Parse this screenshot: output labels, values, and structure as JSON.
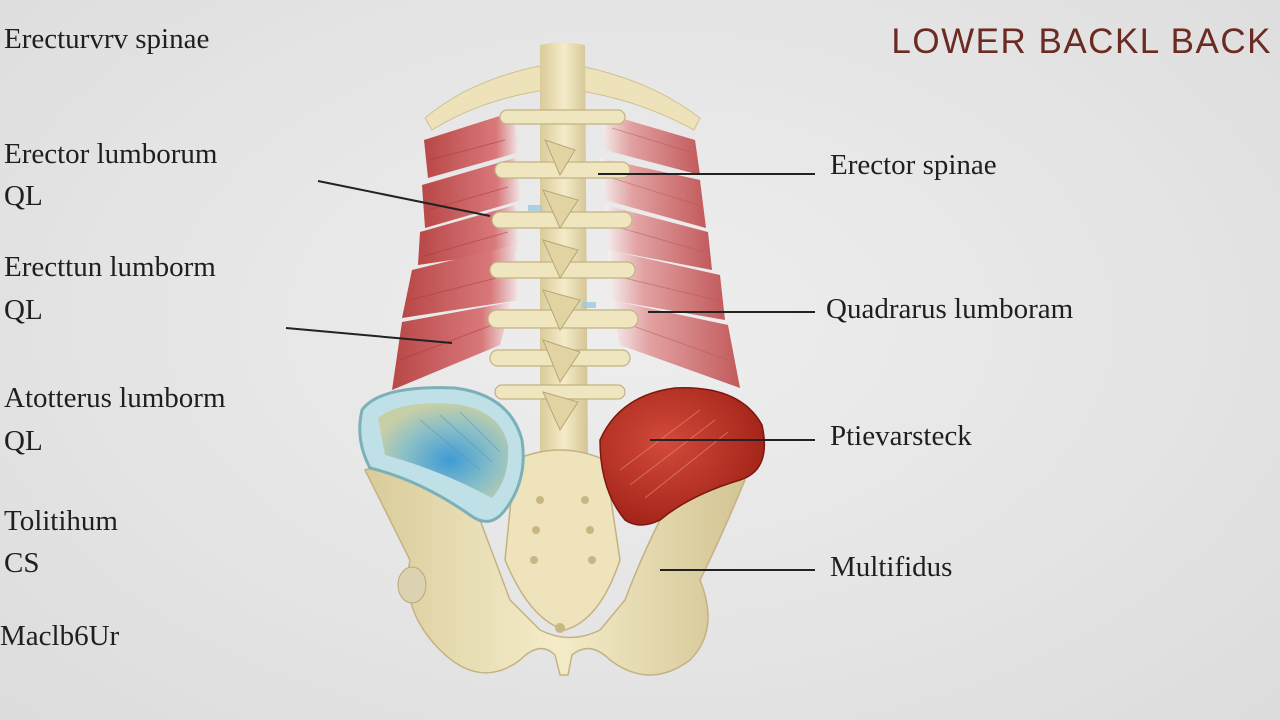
{
  "title": "LOWER BACKL BACK",
  "colors": {
    "bone": "#efe4bc",
    "bone_shadow": "#c9b989",
    "muscle": "#c6575a",
    "muscle_dark": "#a93226",
    "blue_muscle": "#6fb3d6",
    "title": "#6b2a22",
    "leader": "#222222"
  },
  "labels_left": [
    {
      "line1": "Erecturvrv spinae",
      "line2": ""
    },
    {
      "line1": "Erector lumborum",
      "line2": "QL"
    },
    {
      "line1": "Erecttun lumborm",
      "line2": "QL"
    },
    {
      "line1": "Atotterus lumborm",
      "line2": "QL"
    },
    {
      "line1": "Tolitihum",
      "line2": "CS"
    },
    {
      "line1": "Maclb6Ur",
      "line2": ""
    }
  ],
  "labels_right": [
    {
      "text": "Erector spinae"
    },
    {
      "text": "Quadrarus lumboram"
    },
    {
      "text": "Ptievarsteck"
    },
    {
      "text": "Multifidus"
    }
  ]
}
